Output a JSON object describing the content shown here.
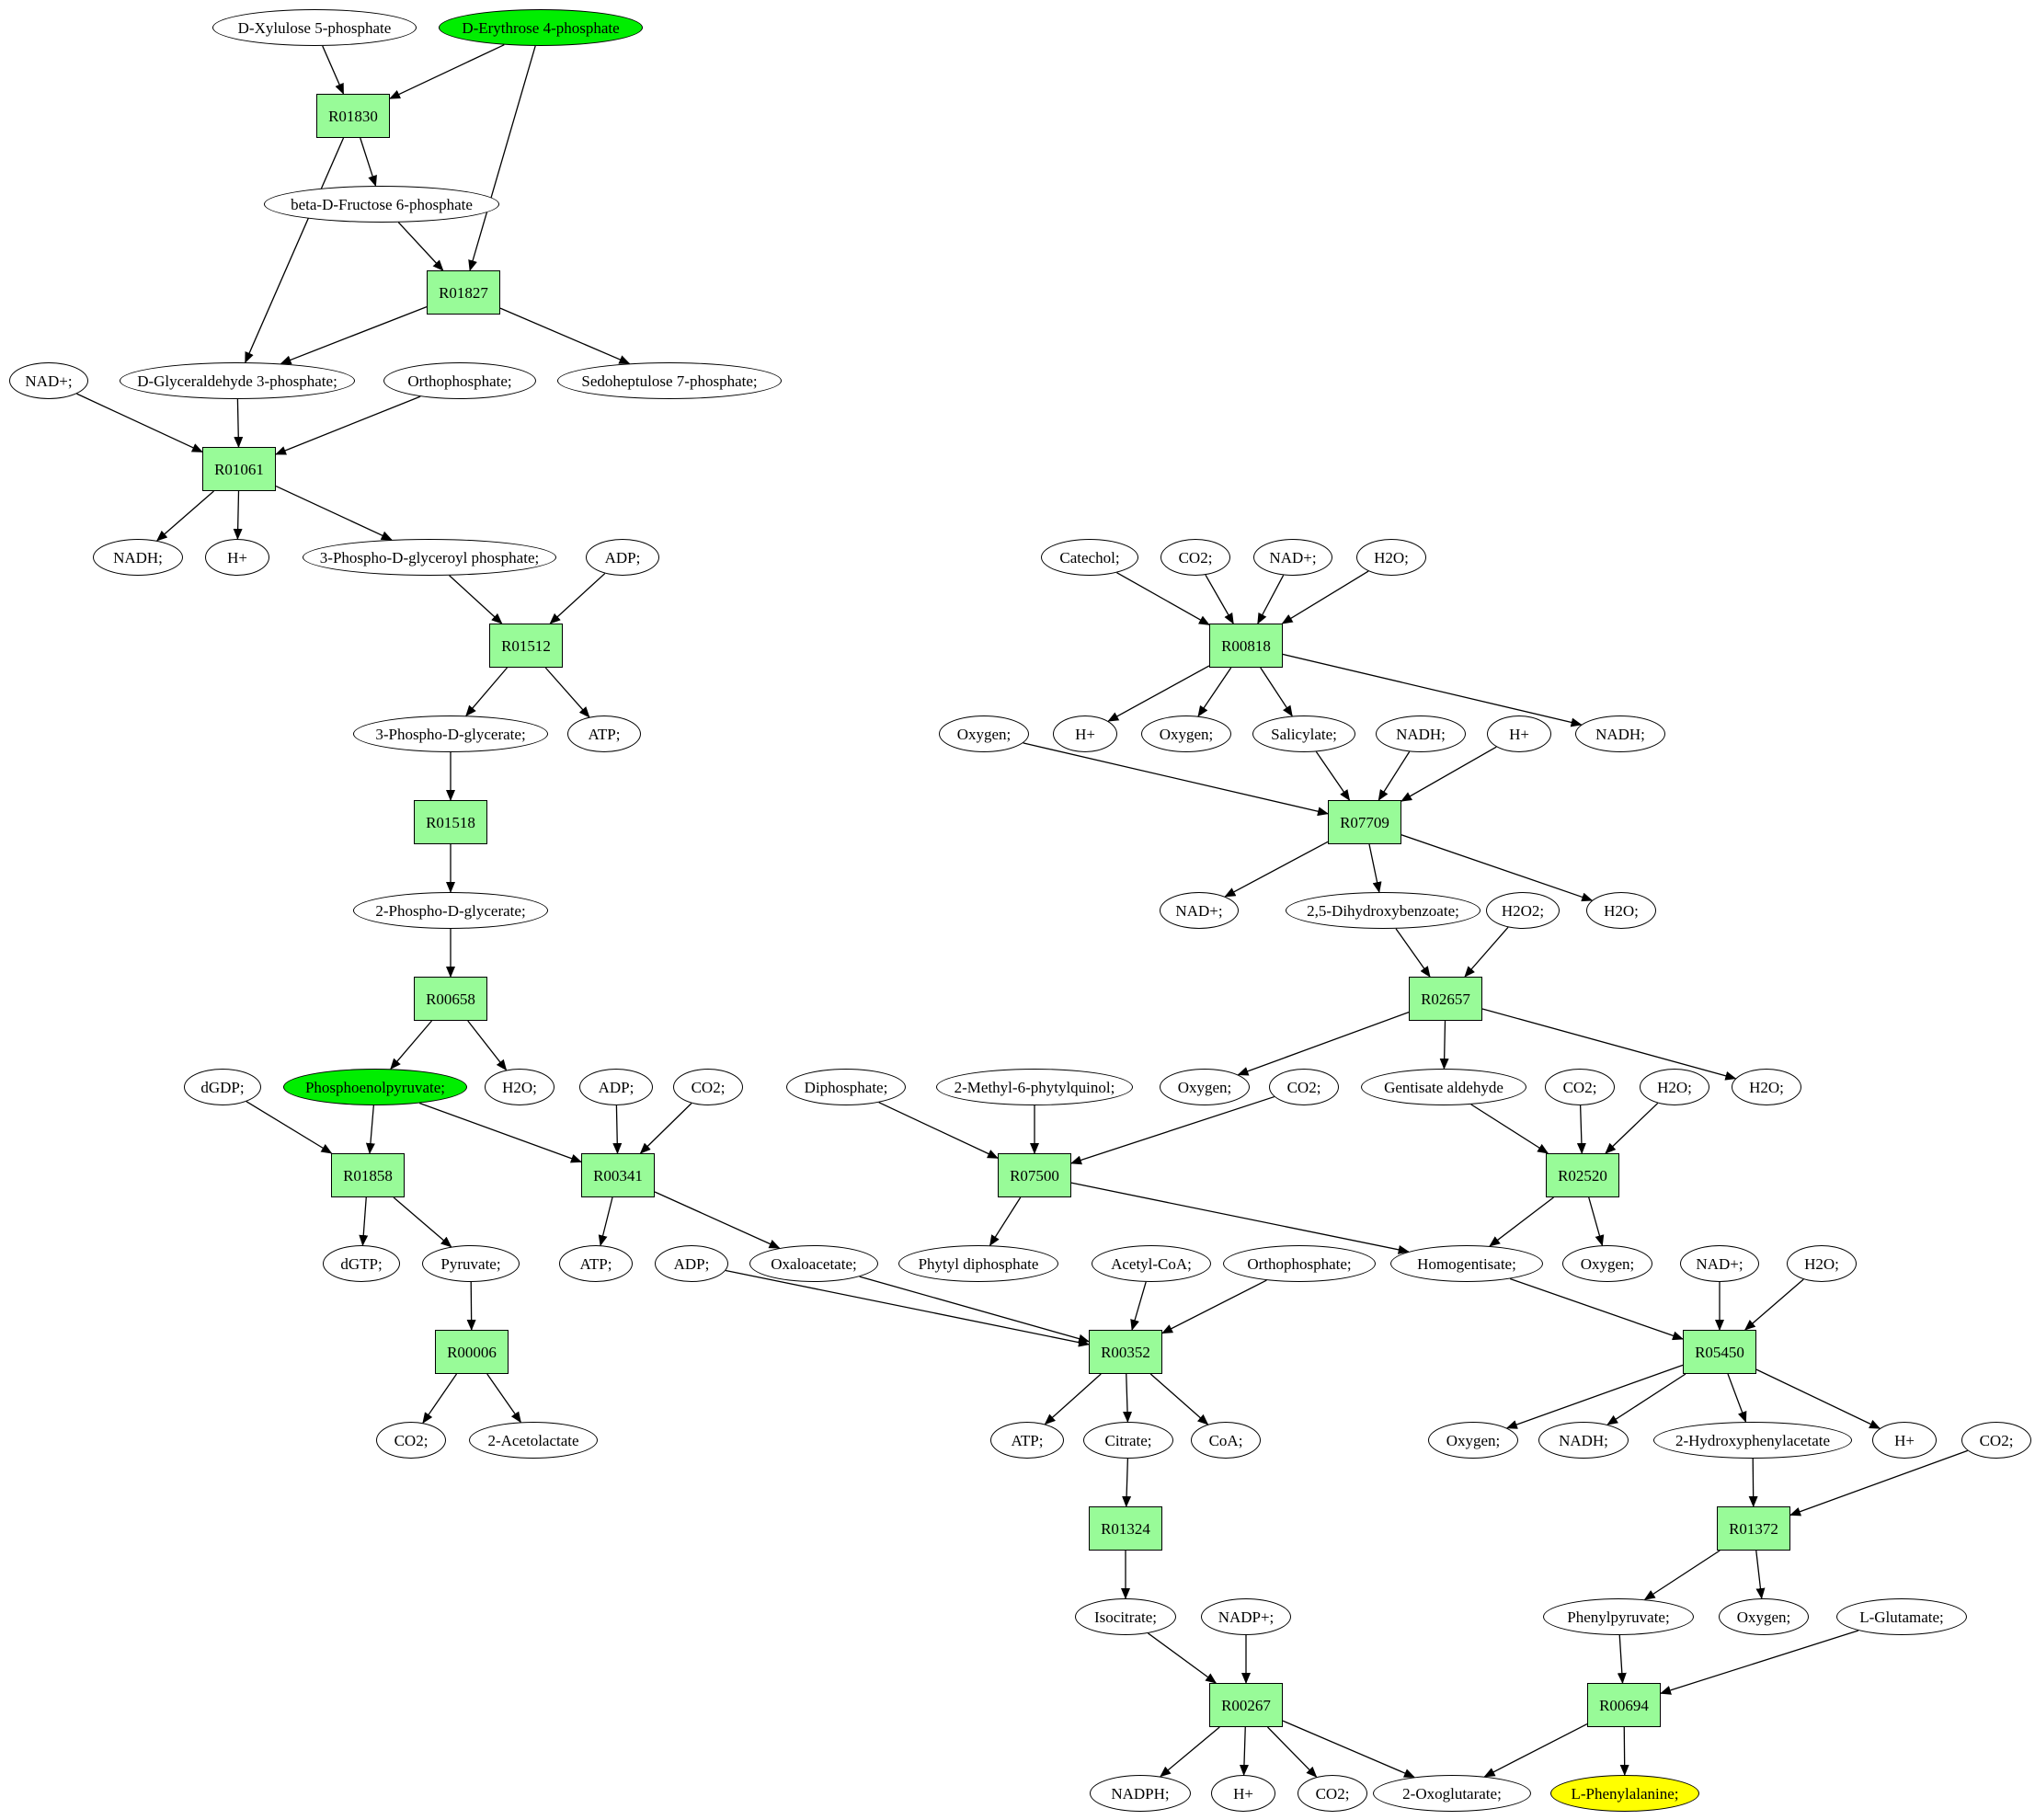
{
  "colors": {
    "reaction_fill": "#98fb98",
    "metabolite_fill": "#ffffff",
    "source_fill": "#00ee00",
    "target_fill": "#ffff00",
    "edge": "#000000"
  },
  "nodes": [
    {
      "id": "m_xyl5p",
      "label": "D-Xylulose 5-phosphate",
      "kind": "metabolite"
    },
    {
      "id": "m_e4p",
      "label": "D-Erythrose 4-phosphate",
      "kind": "metabolite",
      "highlight": "source"
    },
    {
      "id": "r_R01830",
      "label": "R01830",
      "kind": "reaction"
    },
    {
      "id": "m_f6p",
      "label": "beta-D-Fructose 6-phosphate",
      "kind": "metabolite"
    },
    {
      "id": "r_R01827",
      "label": "R01827",
      "kind": "reaction"
    },
    {
      "id": "m_nadp_1",
      "label": "NAD+;",
      "kind": "metabolite"
    },
    {
      "id": "m_g3p",
      "label": "D-Glyceraldehyde 3-phosphate;",
      "kind": "metabolite"
    },
    {
      "id": "m_pi_1",
      "label": "Orthophosphate;",
      "kind": "metabolite"
    },
    {
      "id": "m_s7p",
      "label": "Sedoheptulose 7-phosphate;",
      "kind": "metabolite"
    },
    {
      "id": "r_R01061",
      "label": "R01061",
      "kind": "reaction"
    },
    {
      "id": "m_nadh_1",
      "label": "NADH;",
      "kind": "metabolite"
    },
    {
      "id": "m_h_1",
      "label": "H+",
      "kind": "metabolite"
    },
    {
      "id": "m_bpg",
      "label": "3-Phospho-D-glyceroyl phosphate;",
      "kind": "metabolite"
    },
    {
      "id": "m_adp_1",
      "label": "ADP;",
      "kind": "metabolite"
    },
    {
      "id": "r_R01512",
      "label": "R01512",
      "kind": "reaction"
    },
    {
      "id": "m_3pg",
      "label": "3-Phospho-D-glycerate;",
      "kind": "metabolite"
    },
    {
      "id": "m_atp_1",
      "label": "ATP;",
      "kind": "metabolite"
    },
    {
      "id": "r_R01518",
      "label": "R01518",
      "kind": "reaction"
    },
    {
      "id": "m_2pg",
      "label": "2-Phospho-D-glycerate;",
      "kind": "metabolite"
    },
    {
      "id": "r_R00658",
      "label": "R00658",
      "kind": "reaction"
    },
    {
      "id": "m_dgdp",
      "label": "dGDP;",
      "kind": "metabolite"
    },
    {
      "id": "m_pep",
      "label": "Phosphoenolpyruvate;",
      "kind": "metabolite",
      "highlight": "source"
    },
    {
      "id": "m_h2o_1",
      "label": "H2O;",
      "kind": "metabolite"
    },
    {
      "id": "m_adp_2",
      "label": "ADP;",
      "kind": "metabolite"
    },
    {
      "id": "m_co2_1",
      "label": "CO2;",
      "kind": "metabolite"
    },
    {
      "id": "r_R01858",
      "label": "R01858",
      "kind": "reaction"
    },
    {
      "id": "r_R00341",
      "label": "R00341",
      "kind": "reaction"
    },
    {
      "id": "m_dgtp",
      "label": "dGTP;",
      "kind": "metabolite"
    },
    {
      "id": "m_pyr",
      "label": "Pyruvate;",
      "kind": "metabolite"
    },
    {
      "id": "m_atp_2",
      "label": "ATP;",
      "kind": "metabolite"
    },
    {
      "id": "m_adp_3",
      "label": "ADP;",
      "kind": "metabolite"
    },
    {
      "id": "m_oaa",
      "label": "Oxaloacetate;",
      "kind": "metabolite"
    },
    {
      "id": "r_R00006",
      "label": "R00006",
      "kind": "reaction"
    },
    {
      "id": "m_co2_2",
      "label": "CO2;",
      "kind": "metabolite"
    },
    {
      "id": "m_acl",
      "label": "2-Acetolactate",
      "kind": "metabolite"
    },
    {
      "id": "m_catechol",
      "label": "Catechol;",
      "kind": "metabolite"
    },
    {
      "id": "m_co2_3",
      "label": "CO2;",
      "kind": "metabolite"
    },
    {
      "id": "m_nadp_2",
      "label": "NAD+;",
      "kind": "metabolite"
    },
    {
      "id": "m_h2o_2",
      "label": "H2O;",
      "kind": "metabolite"
    },
    {
      "id": "r_R00818",
      "label": "R00818",
      "kind": "reaction"
    },
    {
      "id": "m_oxy_1",
      "label": "Oxygen;",
      "kind": "metabolite"
    },
    {
      "id": "m_h_2",
      "label": "H+",
      "kind": "metabolite"
    },
    {
      "id": "m_oxy_2",
      "label": "Oxygen;",
      "kind": "metabolite"
    },
    {
      "id": "m_sal",
      "label": "Salicylate;",
      "kind": "metabolite"
    },
    {
      "id": "m_nadh_2",
      "label": "NADH;",
      "kind": "metabolite"
    },
    {
      "id": "m_h_3",
      "label": "H+",
      "kind": "metabolite"
    },
    {
      "id": "m_nadh_3",
      "label": "NADH;",
      "kind": "metabolite"
    },
    {
      "id": "r_R07709",
      "label": "R07709",
      "kind": "reaction"
    },
    {
      "id": "m_nadp_3",
      "label": "NAD+;",
      "kind": "metabolite"
    },
    {
      "id": "m_25dhb",
      "label": "2,5-Dihydroxybenzoate;",
      "kind": "metabolite"
    },
    {
      "id": "m_h2o2",
      "label": "H2O2;",
      "kind": "metabolite"
    },
    {
      "id": "m_h2o_3",
      "label": "H2O;",
      "kind": "metabolite"
    },
    {
      "id": "r_R02657",
      "label": "R02657",
      "kind": "reaction"
    },
    {
      "id": "m_diphos",
      "label": "Diphosphate;",
      "kind": "metabolite"
    },
    {
      "id": "m_mpq",
      "label": "2-Methyl-6-phytylquinol;",
      "kind": "metabolite"
    },
    {
      "id": "m_oxy_3",
      "label": "Oxygen;",
      "kind": "metabolite"
    },
    {
      "id": "m_co2_4",
      "label": "CO2;",
      "kind": "metabolite"
    },
    {
      "id": "m_gald",
      "label": "Gentisate aldehyde",
      "kind": "metabolite"
    },
    {
      "id": "m_co2_5",
      "label": "CO2;",
      "kind": "metabolite"
    },
    {
      "id": "m_h2o_4",
      "label": "H2O;",
      "kind": "metabolite"
    },
    {
      "id": "m_h2o_5",
      "label": "H2O;",
      "kind": "metabolite"
    },
    {
      "id": "r_R07500",
      "label": "R07500",
      "kind": "reaction"
    },
    {
      "id": "r_R02520",
      "label": "R02520",
      "kind": "reaction"
    },
    {
      "id": "m_phytpp",
      "label": "Phytyl diphosphate",
      "kind": "metabolite"
    },
    {
      "id": "m_accoa",
      "label": "Acetyl-CoA;",
      "kind": "metabolite"
    },
    {
      "id": "m_pi_2",
      "label": "Orthophosphate;",
      "kind": "metabolite"
    },
    {
      "id": "m_hga",
      "label": "Homogentisate;",
      "kind": "metabolite"
    },
    {
      "id": "m_oxy_4",
      "label": "Oxygen;",
      "kind": "metabolite"
    },
    {
      "id": "m_nadp_4",
      "label": "NAD+;",
      "kind": "metabolite"
    },
    {
      "id": "m_h2o_6",
      "label": "H2O;",
      "kind": "metabolite"
    },
    {
      "id": "r_R00352",
      "label": "R00352",
      "kind": "reaction"
    },
    {
      "id": "r_R05450",
      "label": "R05450",
      "kind": "reaction"
    },
    {
      "id": "m_atp_3",
      "label": "ATP;",
      "kind": "metabolite"
    },
    {
      "id": "m_cit",
      "label": "Citrate;",
      "kind": "metabolite"
    },
    {
      "id": "m_coa",
      "label": "CoA;",
      "kind": "metabolite"
    },
    {
      "id": "m_oxy_5",
      "label": "Oxygen;",
      "kind": "metabolite"
    },
    {
      "id": "m_nadh_4",
      "label": "NADH;",
      "kind": "metabolite"
    },
    {
      "id": "m_2hpa",
      "label": "2-Hydroxyphenylacetate",
      "kind": "metabolite"
    },
    {
      "id": "m_h_4",
      "label": "H+",
      "kind": "metabolite"
    },
    {
      "id": "m_co2_6",
      "label": "CO2;",
      "kind": "metabolite"
    },
    {
      "id": "r_R01324",
      "label": "R01324",
      "kind": "reaction"
    },
    {
      "id": "r_R01372",
      "label": "R01372",
      "kind": "reaction"
    },
    {
      "id": "m_icit",
      "label": "Isocitrate;",
      "kind": "metabolite"
    },
    {
      "id": "m_nadpp",
      "label": "NADP+;",
      "kind": "metabolite"
    },
    {
      "id": "m_phpyr",
      "label": "Phenylpyruvate;",
      "kind": "metabolite"
    },
    {
      "id": "m_oxy_6",
      "label": "Oxygen;",
      "kind": "metabolite"
    },
    {
      "id": "m_glu",
      "label": "L-Glutamate;",
      "kind": "metabolite"
    },
    {
      "id": "r_R00267",
      "label": "R00267",
      "kind": "reaction"
    },
    {
      "id": "r_R00694",
      "label": "R00694",
      "kind": "reaction"
    },
    {
      "id": "m_nadph",
      "label": "NADPH;",
      "kind": "metabolite"
    },
    {
      "id": "m_h_5",
      "label": "H+",
      "kind": "metabolite"
    },
    {
      "id": "m_co2_7",
      "label": "CO2;",
      "kind": "metabolite"
    },
    {
      "id": "m_2og",
      "label": "2-Oxoglutarate;",
      "kind": "metabolite"
    },
    {
      "id": "m_phe",
      "label": "L-Phenylalanine;",
      "kind": "metabolite",
      "highlight": "target"
    }
  ],
  "edges": [
    [
      "m_xyl5p",
      "r_R01830"
    ],
    [
      "m_e4p",
      "r_R01830"
    ],
    [
      "r_R01830",
      "m_f6p"
    ],
    [
      "r_R01830",
      "m_g3p"
    ],
    [
      "m_e4p",
      "r_R01827"
    ],
    [
      "m_f6p",
      "r_R01827"
    ],
    [
      "r_R01827",
      "m_g3p"
    ],
    [
      "r_R01827",
      "m_s7p"
    ],
    [
      "m_nadp_1",
      "r_R01061"
    ],
    [
      "m_g3p",
      "r_R01061"
    ],
    [
      "m_pi_1",
      "r_R01061"
    ],
    [
      "r_R01061",
      "m_nadh_1"
    ],
    [
      "r_R01061",
      "m_h_1"
    ],
    [
      "r_R01061",
      "m_bpg"
    ],
    [
      "m_bpg",
      "r_R01512"
    ],
    [
      "m_adp_1",
      "r_R01512"
    ],
    [
      "r_R01512",
      "m_3pg"
    ],
    [
      "r_R01512",
      "m_atp_1"
    ],
    [
      "m_3pg",
      "r_R01518"
    ],
    [
      "r_R01518",
      "m_2pg"
    ],
    [
      "m_2pg",
      "r_R00658"
    ],
    [
      "r_R00658",
      "m_pep"
    ],
    [
      "r_R00658",
      "m_h2o_1"
    ],
    [
      "m_dgdp",
      "r_R01858"
    ],
    [
      "m_pep",
      "r_R01858"
    ],
    [
      "r_R01858",
      "m_dgtp"
    ],
    [
      "r_R01858",
      "m_pyr"
    ],
    [
      "m_pep",
      "r_R00341"
    ],
    [
      "m_adp_2",
      "r_R00341"
    ],
    [
      "m_co2_1",
      "r_R00341"
    ],
    [
      "r_R00341",
      "m_atp_2"
    ],
    [
      "r_R00341",
      "m_oaa"
    ],
    [
      "m_pyr",
      "r_R00006"
    ],
    [
      "r_R00006",
      "m_co2_2"
    ],
    [
      "r_R00006",
      "m_acl"
    ],
    [
      "m_catechol",
      "r_R00818"
    ],
    [
      "m_co2_3",
      "r_R00818"
    ],
    [
      "m_nadp_2",
      "r_R00818"
    ],
    [
      "m_h2o_2",
      "r_R00818"
    ],
    [
      "r_R00818",
      "m_h_2"
    ],
    [
      "r_R00818",
      "m_oxy_2"
    ],
    [
      "r_R00818",
      "m_sal"
    ],
    [
      "r_R00818",
      "m_nadh_3"
    ],
    [
      "m_oxy_1",
      "r_R07709"
    ],
    [
      "m_sal",
      "r_R07709"
    ],
    [
      "m_nadh_2",
      "r_R07709"
    ],
    [
      "m_h_3",
      "r_R07709"
    ],
    [
      "r_R07709",
      "m_nadp_3"
    ],
    [
      "r_R07709",
      "m_25dhb"
    ],
    [
      "r_R07709",
      "m_h2o_3"
    ],
    [
      "m_25dhb",
      "r_R02657"
    ],
    [
      "m_h2o2",
      "r_R02657"
    ],
    [
      "r_R02657",
      "m_oxy_3"
    ],
    [
      "r_R02657",
      "m_gald"
    ],
    [
      "r_R02657",
      "m_h2o_5"
    ],
    [
      "m_diphos",
      "r_R07500"
    ],
    [
      "m_mpq",
      "r_R07500"
    ],
    [
      "m_co2_4",
      "r_R07500"
    ],
    [
      "r_R07500",
      "m_phytpp"
    ],
    [
      "r_R07500",
      "m_hga"
    ],
    [
      "m_gald",
      "r_R02520"
    ],
    [
      "m_co2_5",
      "r_R02520"
    ],
    [
      "m_h2o_4",
      "r_R02520"
    ],
    [
      "r_R02520",
      "m_hga"
    ],
    [
      "r_R02520",
      "m_oxy_4"
    ],
    [
      "m_adp_3",
      "r_R00352"
    ],
    [
      "m_oaa",
      "r_R00352"
    ],
    [
      "m_accoa",
      "r_R00352"
    ],
    [
      "m_pi_2",
      "r_R00352"
    ],
    [
      "r_R00352",
      "m_atp_3"
    ],
    [
      "r_R00352",
      "m_cit"
    ],
    [
      "r_R00352",
      "m_coa"
    ],
    [
      "m_hga",
      "r_R05450"
    ],
    [
      "m_nadp_4",
      "r_R05450"
    ],
    [
      "m_h2o_6",
      "r_R05450"
    ],
    [
      "r_R05450",
      "m_oxy_5"
    ],
    [
      "r_R05450",
      "m_nadh_4"
    ],
    [
      "r_R05450",
      "m_2hpa"
    ],
    [
      "r_R05450",
      "m_h_4"
    ],
    [
      "m_cit",
      "r_R01324"
    ],
    [
      "r_R01324",
      "m_icit"
    ],
    [
      "m_2hpa",
      "r_R01372"
    ],
    [
      "m_co2_6",
      "r_R01372"
    ],
    [
      "r_R01372",
      "m_phpyr"
    ],
    [
      "r_R01372",
      "m_oxy_6"
    ],
    [
      "m_icit",
      "r_R00267"
    ],
    [
      "m_nadpp",
      "r_R00267"
    ],
    [
      "r_R00267",
      "m_nadph"
    ],
    [
      "r_R00267",
      "m_h_5"
    ],
    [
      "r_R00267",
      "m_co2_7"
    ],
    [
      "r_R00267",
      "m_2og"
    ],
    [
      "m_phpyr",
      "r_R00694"
    ],
    [
      "m_glu",
      "r_R00694"
    ],
    [
      "r_R00694",
      "m_2og"
    ],
    [
      "r_R00694",
      "m_phe"
    ]
  ]
}
